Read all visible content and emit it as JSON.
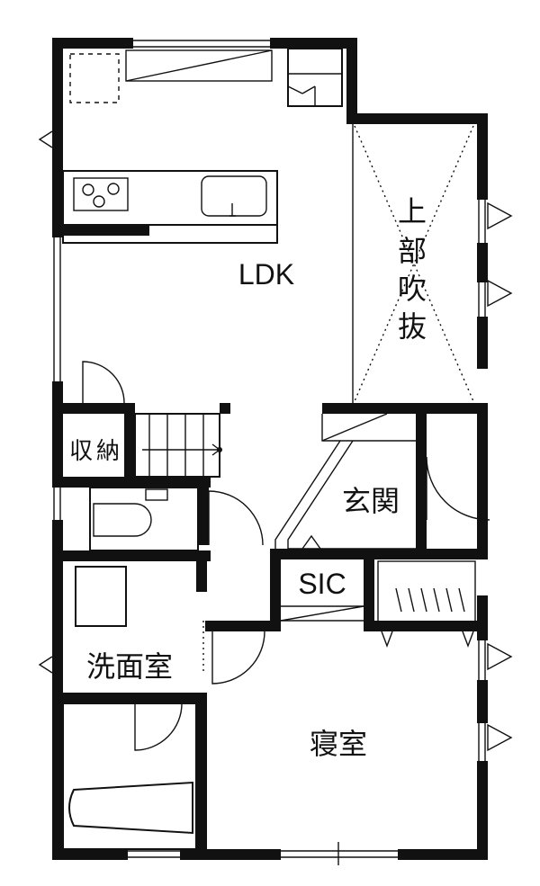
{
  "rooms": {
    "ldk": "LDK",
    "void": [
      "上",
      "部",
      "吹",
      "抜"
    ],
    "storage": [
      "収",
      "納"
    ],
    "entrance": "玄関",
    "sic": "SIC",
    "washroom": "洗面室",
    "bedroom": "寝室"
  },
  "colors": {
    "wall": "#111111",
    "background": "#ffffff"
  }
}
